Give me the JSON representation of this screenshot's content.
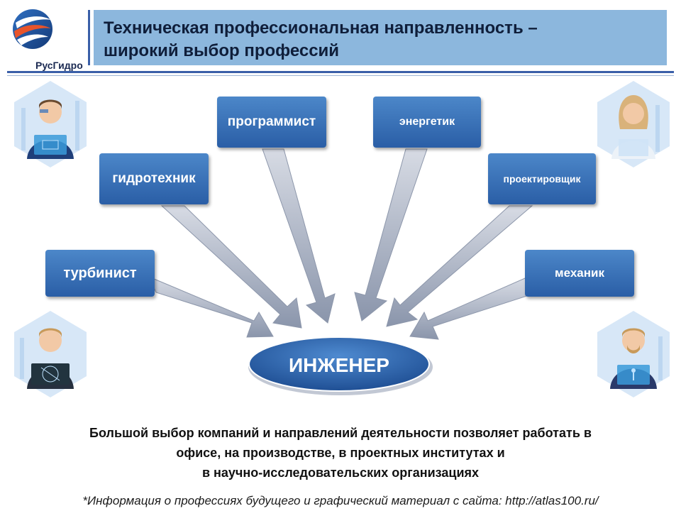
{
  "header": {
    "logo_text": "РусГидро",
    "title_line1": "Техническая профессиональная направленность –",
    "title_line2": "широкий выбор профессий"
  },
  "diagram": {
    "center": "ИНЖЕНЕР",
    "professions": {
      "turbinist": "турбинист",
      "hydrotechnik": "гидротехник",
      "programmist": "программист",
      "energetik": "энергетик",
      "proektirovshchik": "проектировщик",
      "mekhanik": "механик"
    }
  },
  "body_text": {
    "line1": "Большой выбор компаний и направлений деятельности позволяет работать в",
    "line2": "офисе, на производстве, в проектных институтах и",
    "line3": "в научно-исследовательских организациях"
  },
  "footnote": "*Информация о профессиях будущего и графический материал с сайта: http://atlas100.ru/",
  "colors": {
    "box_top": "#4c87c9",
    "box_bottom": "#2a5ea6",
    "title_bg": "#8cb7dd",
    "accent": "#3a5fa8"
  }
}
